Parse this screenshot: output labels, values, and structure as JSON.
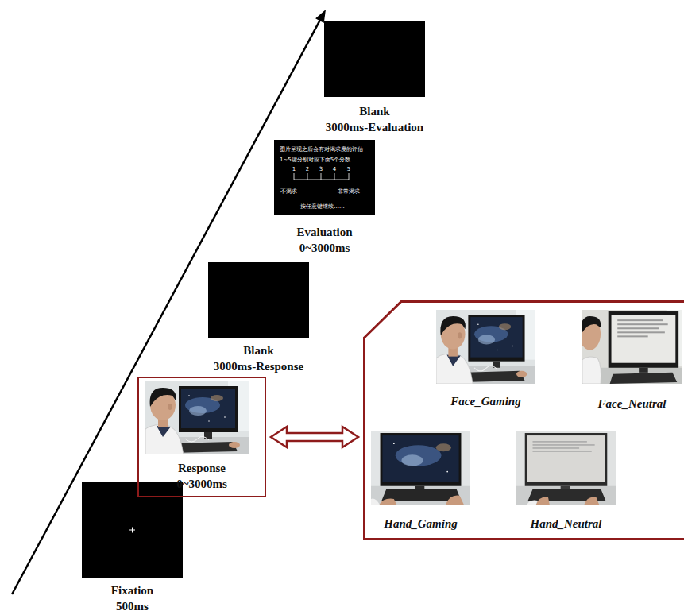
{
  "diagram": {
    "nodes": [
      {
        "text": [
          "Fixation 500ms"
        ]
      },
      {
        "text": [
          "Response 0~3000ms"
        ]
      },
      {
        "text": [
          "Blank 3000ms-Response"
        ]
      },
      {
        "text": [
          "图片呈现之后会有对渴求度的评估",
          "1~5键分别对应下面5个分数",
          "1",
          "2",
          "3",
          "4",
          "5",
          "不渴求",
          "非常渴求",
          "按任意键继续......",
          "Evaluation 0~3000ms"
        ]
      },
      {
        "text": [
          "Blank 3000ms-Evaluation"
        ]
      },
      {
        "text": []
      },
      {
        "text": [
          "Face_Gaming"
        ],
        "in": 5
      },
      {
        "text": [
          "Face_Neutral"
        ],
        "in": 5
      },
      {
        "text": [
          "Hand_Gaming"
        ],
        "in": 5
      },
      {
        "text": [
          "Hand_Neutral"
        ],
        "in": 5
      }
    ],
    "edges": [
      {
        "from": 1,
        "to": 5,
        "arrow": "both"
      }
    ]
  }
}
